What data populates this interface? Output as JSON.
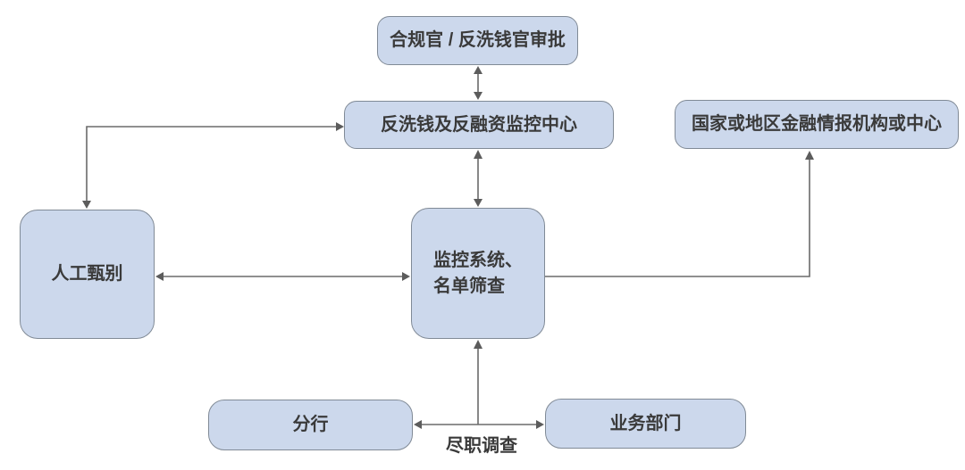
{
  "colors": {
    "node_fill": "#ccd8ec",
    "node_border": "#808a96",
    "text": "#3a3a3a",
    "arrow": "#6b6b6b",
    "background": "#ffffff"
  },
  "nodes": {
    "approval": {
      "label": "合规官 / 反洗钱官审批"
    },
    "aml_center": {
      "label": "反洗钱及反融资监控中心"
    },
    "fiu": {
      "label": "国家或地区金融情报机构或中心"
    },
    "manual_screening": {
      "label": "人工甄别"
    },
    "monitor_system": {
      "label": "监控系统、\n名单筛查"
    },
    "branch": {
      "label": "分行"
    },
    "business_dept": {
      "label": "业务部门"
    }
  },
  "labels": {
    "due_diligence": "尽职调查"
  },
  "connectors": [
    {
      "from": "approval",
      "to": "aml_center",
      "bidirectional": true
    },
    {
      "from": "aml_center",
      "to": "monitor_system",
      "bidirectional": true
    },
    {
      "from": "manual_screening",
      "to": "aml_center",
      "bidirectional": true,
      "shape": "elbow"
    },
    {
      "from": "manual_screening",
      "to": "monitor_system",
      "bidirectional": true
    },
    {
      "from": "monitor_system",
      "to": "fiu",
      "bidirectional": false,
      "shape": "elbow"
    },
    {
      "from": "due_diligence",
      "to": "monitor_system",
      "bidirectional": false
    },
    {
      "from": "branch",
      "to": "business_dept",
      "bidirectional": true,
      "label": "尽职调查"
    }
  ]
}
